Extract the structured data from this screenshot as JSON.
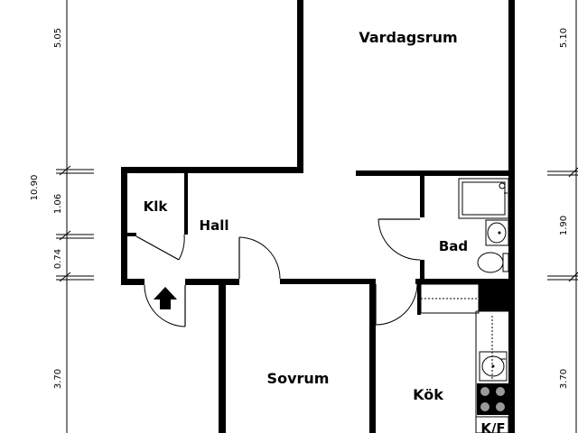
{
  "rooms": {
    "vardagsrum": "Vardagsrum",
    "klk": "Klk",
    "hall": "Hall",
    "bad": "Bad",
    "sovrum": "Sovrum",
    "kok": "Kök",
    "kf": "K/F"
  },
  "dimensions": {
    "left": [
      "5.05",
      "10.90",
      "1.06",
      "0.74",
      "3.70"
    ],
    "right": [
      "5.10",
      "1.90",
      "3.70"
    ]
  },
  "colors": {
    "walls": "#000000",
    "background": "#ffffff"
  }
}
